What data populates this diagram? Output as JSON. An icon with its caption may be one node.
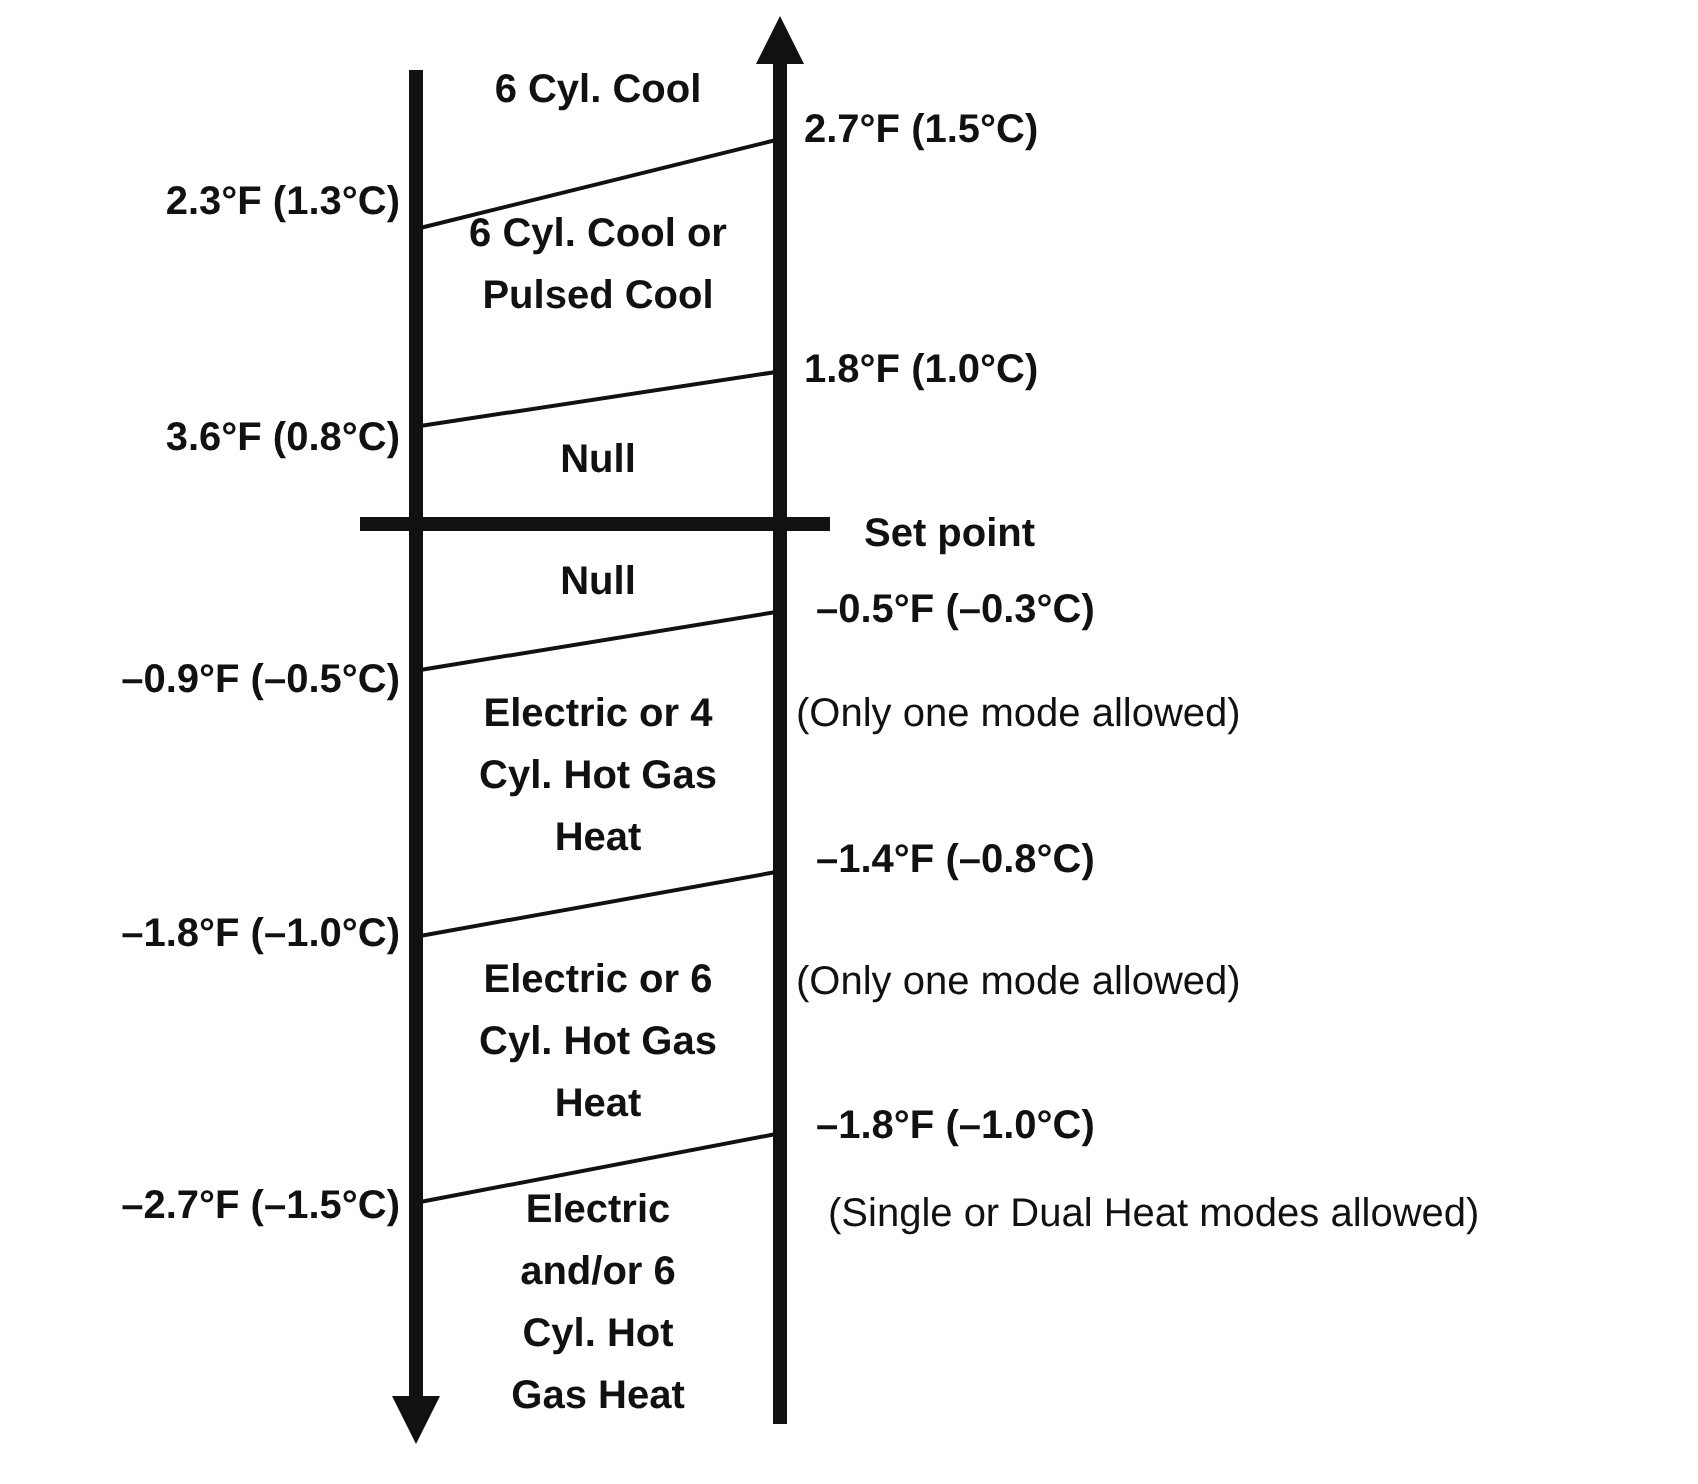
{
  "diagram": {
    "labels": [
      "6 Cyl. Cool",
      "2.7°F (1.5°C)",
      "2.3°F (1.3°C)",
      "6 Cyl. Cool or Pulsed Cool",
      "1.8°F (1.0°C)",
      "3.6°F (0.8°C)",
      "Null",
      "Set point",
      "Null",
      "–0.5°F (–0.3°C)",
      "–0.9°F (–0.5°C)",
      "Electric or 4 Cyl. Hot Gas Heat",
      "(Only one mode allowed)",
      "–1.4°F (–0.8°C)",
      "–1.8°F (–1.0°C)",
      "Electric or 6 Cyl. Hot Gas Heat",
      "(Only one mode allowed)",
      "–1.8°F (–1.0°C)",
      "–2.7°F (–1.5°C)",
      "Electric and/or 6 Cyl. Hot Gas Heat",
      "(Single or Dual Heat modes allowed)"
    ]
  }
}
